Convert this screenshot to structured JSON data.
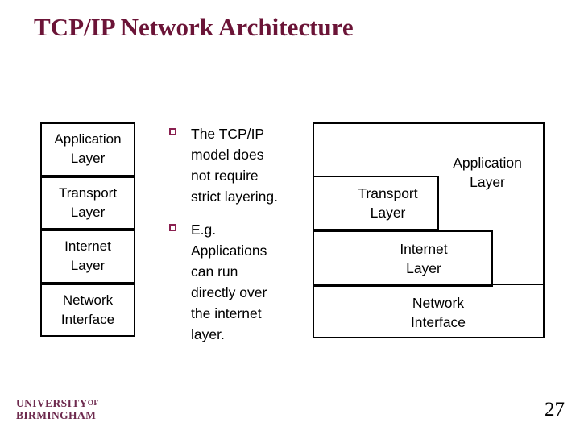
{
  "colors": {
    "c-title": "#6b1437",
    "c-bullet": "#8a2050",
    "c-logo": "#6e2a4e",
    "c-line": "#000000",
    "c-text": "#000000",
    "c-bg": "#ffffff"
  },
  "title": "TCP/IP Network Architecture",
  "bullets": [
    {
      "lines": [
        "The TCP/IP",
        "model does",
        "not require",
        "strict layering."
      ]
    },
    {
      "lines": [
        "E.g.",
        "Applications",
        "can run",
        "directly over",
        "the internet",
        "layer."
      ]
    }
  ],
  "left_stack": {
    "layers": [
      {
        "lines": [
          "Application",
          "Layer"
        ]
      },
      {
        "lines": [
          "Transport",
          "Layer"
        ]
      },
      {
        "lines": [
          "Internet",
          "Layer"
        ]
      },
      {
        "lines": [
          "Network",
          "Interface"
        ]
      }
    ]
  },
  "right_diagram": {
    "application": [
      "Application",
      "Layer"
    ],
    "transport": [
      "Transport",
      "Layer"
    ],
    "internet": [
      "Internet",
      "Layer"
    ],
    "network_interface": [
      "Network",
      "Interface"
    ]
  },
  "footer": {
    "logo_line1_main": "UNIVERSITY",
    "logo_line1_small": "OF",
    "logo_line2": "BIRMINGHAM",
    "page_number": "27"
  }
}
